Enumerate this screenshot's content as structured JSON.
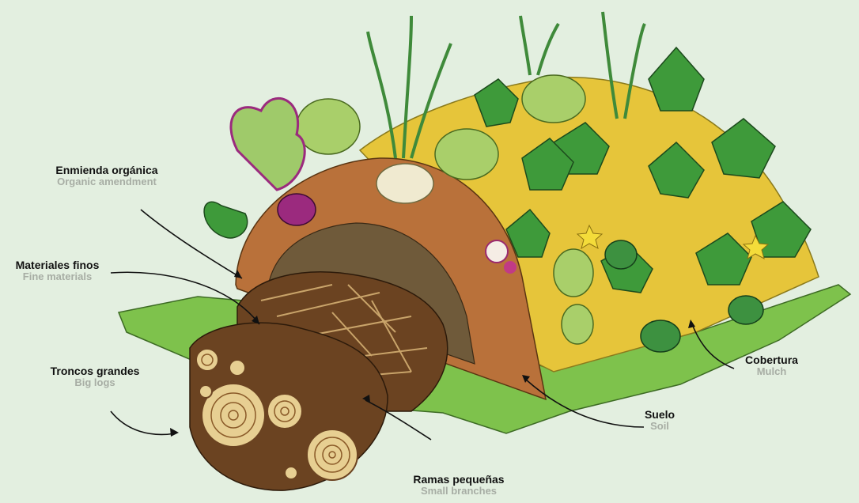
{
  "colors": {
    "background": "#e3efe0",
    "label_primary": "#111111",
    "label_secondary": "#a7ada4",
    "grass": "#7ec24c",
    "mulch": "#e6c53a",
    "soil": "#b9713a",
    "logs": "#6b4321",
    "leaves": "#3e9a3a",
    "beet": "#9b2a7e"
  },
  "labels": [
    {
      "id": "organic-amendment",
      "es": "Enmienda orgánica",
      "en": "Organic amendment"
    },
    {
      "id": "fine-materials",
      "es": "Materiales finos",
      "en": "Fine materials"
    },
    {
      "id": "big-logs",
      "es": "Troncos grandes",
      "en": "Big logs"
    },
    {
      "id": "small-branches",
      "es": "Ramas pequeñas",
      "en": "Small branches"
    },
    {
      "id": "soil",
      "es": "Suelo",
      "en": "Soil"
    },
    {
      "id": "mulch",
      "es": "Cobertura",
      "en": "Mulch"
    }
  ]
}
